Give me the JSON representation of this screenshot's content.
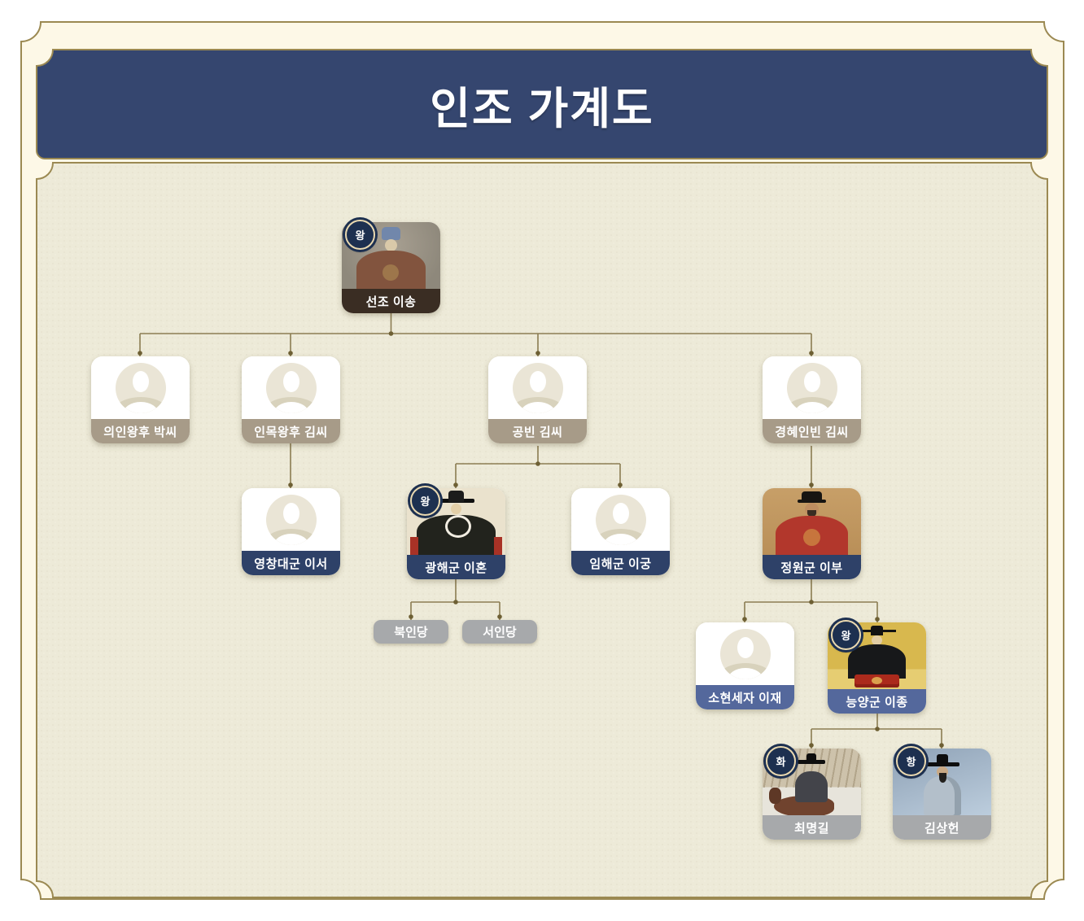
{
  "title": "인조 가계도",
  "tree": {
    "nodes": [
      {
        "id": "seonjo",
        "name": "선조 이송",
        "badge": "왕",
        "type": "photo"
      },
      {
        "id": "uiin",
        "name": "의인왕후 박씨",
        "badge": "",
        "type": "avatar"
      },
      {
        "id": "inmok",
        "name": "인목왕후 김씨",
        "badge": "",
        "type": "avatar"
      },
      {
        "id": "gongbin",
        "name": "공빈 김씨",
        "badge": "",
        "type": "avatar"
      },
      {
        "id": "gyeonghyeinbin",
        "name": "경혜인빈 김씨",
        "badge": "",
        "type": "avatar"
      },
      {
        "id": "yeongchang",
        "name": "영창대군 이서",
        "badge": "",
        "type": "avatar"
      },
      {
        "id": "gwanghae",
        "name": "광해군 이혼",
        "badge": "왕",
        "type": "photo"
      },
      {
        "id": "imhae",
        "name": "임해군 이궁",
        "badge": "",
        "type": "avatar"
      },
      {
        "id": "jeongwon",
        "name": "정원군 이부",
        "badge": "",
        "type": "photo"
      },
      {
        "id": "bukindang",
        "name": "북인당",
        "badge": "",
        "type": "pill"
      },
      {
        "id": "seoindang",
        "name": "서인당",
        "badge": "",
        "type": "pill"
      },
      {
        "id": "sohyeon",
        "name": "소현세자 이재",
        "badge": "",
        "type": "avatar"
      },
      {
        "id": "neungyang",
        "name": "능양군 이종",
        "badge": "왕",
        "type": "photo"
      },
      {
        "id": "choemyeonggil",
        "name": "최명길",
        "badge": "화",
        "type": "photo"
      },
      {
        "id": "kimsangheon",
        "name": "김상헌",
        "badge": "항",
        "type": "photo"
      }
    ]
  },
  "colors": {
    "header_navy": "#35466f",
    "frame_gold": "#9b8952",
    "panel_cream": "#fdf8e7",
    "content_beige": "#edead8",
    "connector": "#8b7c52",
    "label_brown": "#3a2d23",
    "label_taupe": "#a79b88",
    "label_navy": "#2e4168",
    "label_blue": "#54689c",
    "label_gray": "#a7a9ab",
    "badge_navy": "#1d3050"
  }
}
